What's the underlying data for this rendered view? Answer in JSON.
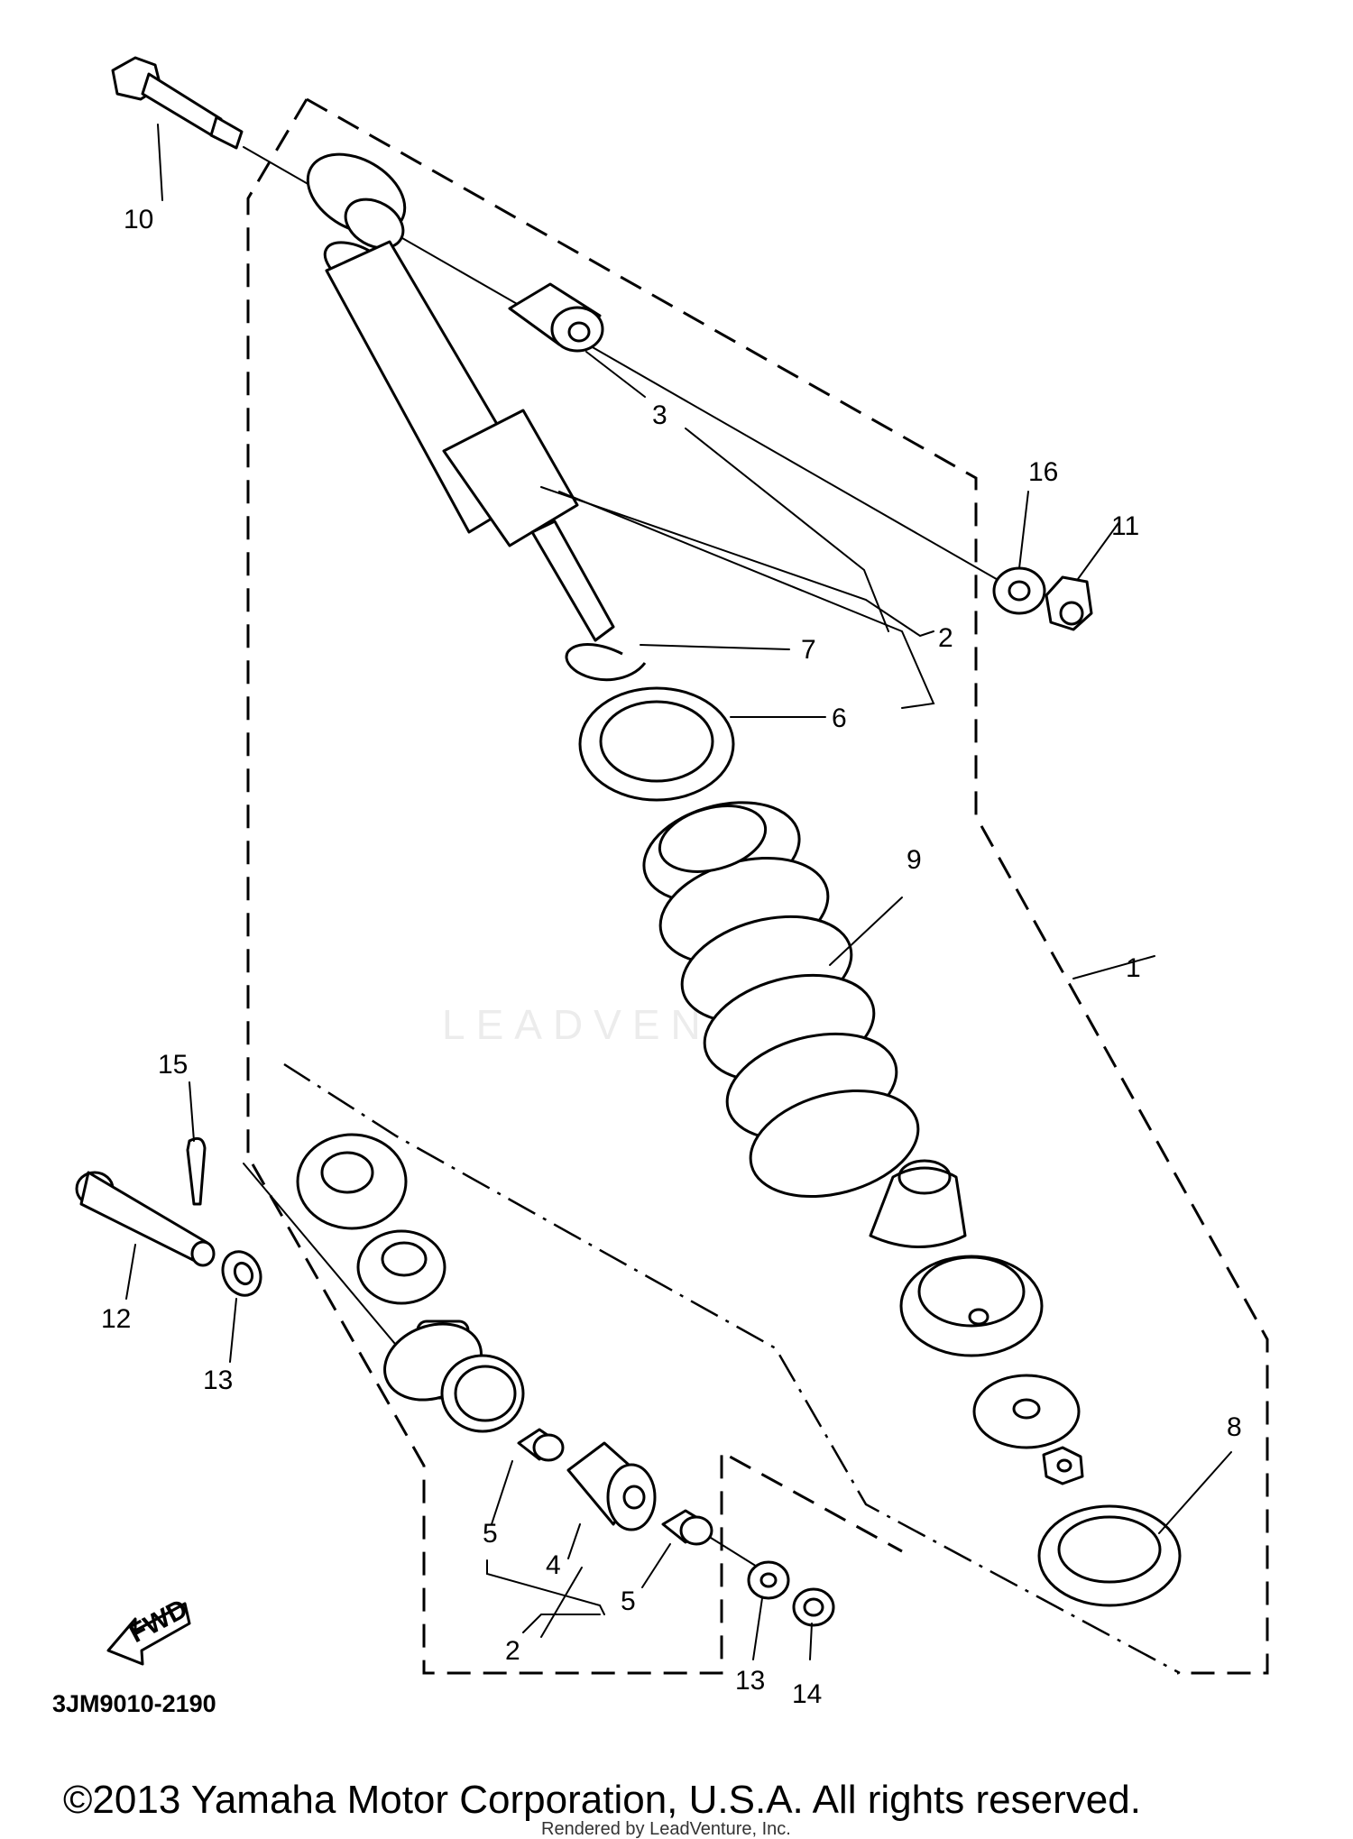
{
  "diagram": {
    "watermark": "LEADVENTURE",
    "diagram_code": "3JM9010-2190",
    "fwd_arrow_text": "FWD",
    "copyright": "©2013 Yamaha Motor Corporation, U.S.A. All rights reserved.",
    "rendered_by": "Rendered by LeadVenture, Inc."
  },
  "callouts": {
    "c1": "1",
    "c2a": "2",
    "c2b": "2",
    "c3": "3",
    "c4": "4",
    "c5a": "5",
    "c5b": "5",
    "c6": "6",
    "c7": "7",
    "c8": "8",
    "c9": "9",
    "c10": "10",
    "c11": "11",
    "c12": "12",
    "c13a": "13",
    "c13b": "13",
    "c14": "14",
    "c15": "15",
    "c16": "16"
  }
}
